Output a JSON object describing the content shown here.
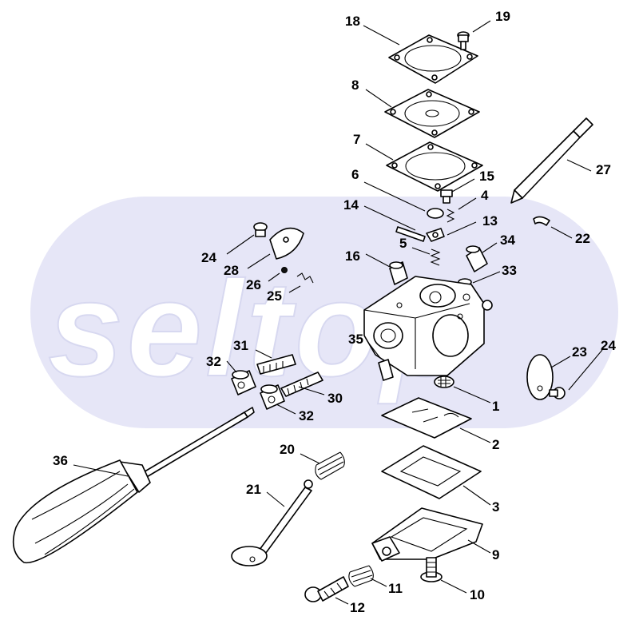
{
  "watermark": {
    "text": "seltop",
    "band_color": "#e6e6f7",
    "outline_color": "#d7d8f0"
  },
  "callouts": [
    {
      "id": "18",
      "label": "18"
    },
    {
      "id": "19",
      "label": "19"
    },
    {
      "id": "8",
      "label": "8"
    },
    {
      "id": "7",
      "label": "7"
    },
    {
      "id": "27",
      "label": "27"
    },
    {
      "id": "6",
      "label": "6"
    },
    {
      "id": "15",
      "label": "15"
    },
    {
      "id": "4",
      "label": "4"
    },
    {
      "id": "14",
      "label": "14"
    },
    {
      "id": "13",
      "label": "13"
    },
    {
      "id": "22",
      "label": "22"
    },
    {
      "id": "5",
      "label": "5"
    },
    {
      "id": "34",
      "label": "34"
    },
    {
      "id": "24a",
      "label": "24"
    },
    {
      "id": "28",
      "label": "28"
    },
    {
      "id": "16",
      "label": "16"
    },
    {
      "id": "33",
      "label": "33"
    },
    {
      "id": "26",
      "label": "26"
    },
    {
      "id": "25",
      "label": "25"
    },
    {
      "id": "31",
      "label": "31"
    },
    {
      "id": "32a",
      "label": "32"
    },
    {
      "id": "35",
      "label": "35"
    },
    {
      "id": "23",
      "label": "23"
    },
    {
      "id": "24b",
      "label": "24"
    },
    {
      "id": "30",
      "label": "30"
    },
    {
      "id": "32b",
      "label": "32"
    },
    {
      "id": "1",
      "label": "1"
    },
    {
      "id": "2",
      "label": "2"
    },
    {
      "id": "36",
      "label": "36"
    },
    {
      "id": "20",
      "label": "20"
    },
    {
      "id": "21",
      "label": "21"
    },
    {
      "id": "3",
      "label": "3"
    },
    {
      "id": "9",
      "label": "9"
    },
    {
      "id": "11",
      "label": "11"
    },
    {
      "id": "10",
      "label": "10"
    },
    {
      "id": "12",
      "label": "12"
    }
  ]
}
